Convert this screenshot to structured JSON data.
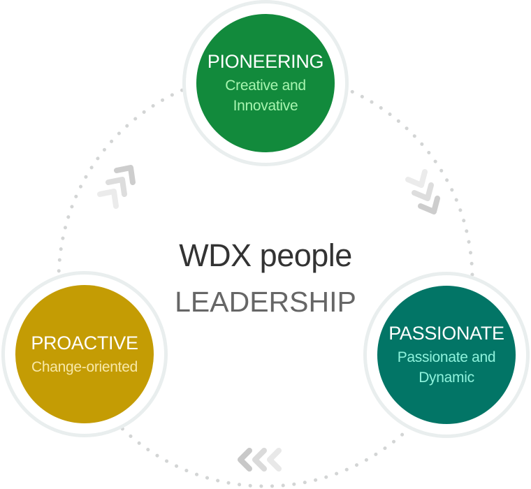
{
  "center": {
    "title": "WDX people",
    "subtitle": "LEADERSHIP"
  },
  "nodes": [
    {
      "id": "pioneering",
      "title": "PIONEERING",
      "subtitle_lines": [
        "Creative and",
        "Innovative"
      ],
      "color": "#128a3c",
      "subtitle_color": "#a8f5b0"
    },
    {
      "id": "passionate",
      "title": "PASSIONATE",
      "subtitle_lines": [
        "Passionate and",
        "Dynamic"
      ],
      "color": "#027566",
      "subtitle_color": "#8ef2dc"
    },
    {
      "id": "proactive",
      "title": "PROACTIVE",
      "subtitle_lines": [
        "Change-oriented"
      ],
      "color": "#c49c04",
      "subtitle_color": "#f8e8a8"
    }
  ],
  "connectors": {
    "style": "dotted-circle",
    "dot_color": "#d3d5d5",
    "ring_color": "#e9eeee",
    "arrows": [
      {
        "from": "proactive",
        "to": "pioneering",
        "direction": "up-right",
        "glyph": "triple-chevron"
      },
      {
        "from": "pioneering",
        "to": "passionate",
        "direction": "down-right",
        "glyph": "triple-chevron"
      },
      {
        "from": "passionate",
        "to": "proactive",
        "direction": "left",
        "glyph": "triple-chevron"
      }
    ]
  }
}
